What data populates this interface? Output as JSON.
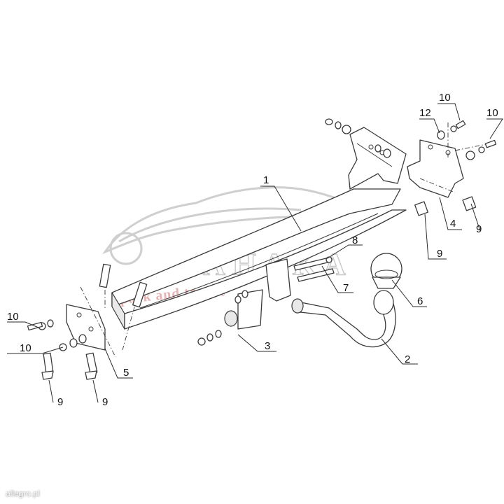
{
  "diagram": {
    "watermark": {
      "brand": "AHAKA",
      "tagline": "pack and trophy"
    },
    "callouts": [
      {
        "id": "c1a",
        "label": "1"
      },
      {
        "id": "c2",
        "label": "2"
      },
      {
        "id": "c3",
        "label": "3"
      },
      {
        "id": "c4",
        "label": "4"
      },
      {
        "id": "c5",
        "label": "5"
      },
      {
        "id": "c6",
        "label": "6"
      },
      {
        "id": "c7",
        "label": "7"
      },
      {
        "id": "c8",
        "label": "8"
      },
      {
        "id": "c9a",
        "label": "9"
      },
      {
        "id": "c9b",
        "label": "9"
      },
      {
        "id": "c9c",
        "label": "9"
      },
      {
        "id": "c9d",
        "label": "9"
      },
      {
        "id": "c10a",
        "label": "10"
      },
      {
        "id": "c10b",
        "label": "10"
      },
      {
        "id": "c10c",
        "label": "10"
      },
      {
        "id": "c10d",
        "label": "10"
      },
      {
        "id": "c12",
        "label": "12"
      }
    ]
  },
  "footer": {
    "text": "allegro.pl"
  }
}
